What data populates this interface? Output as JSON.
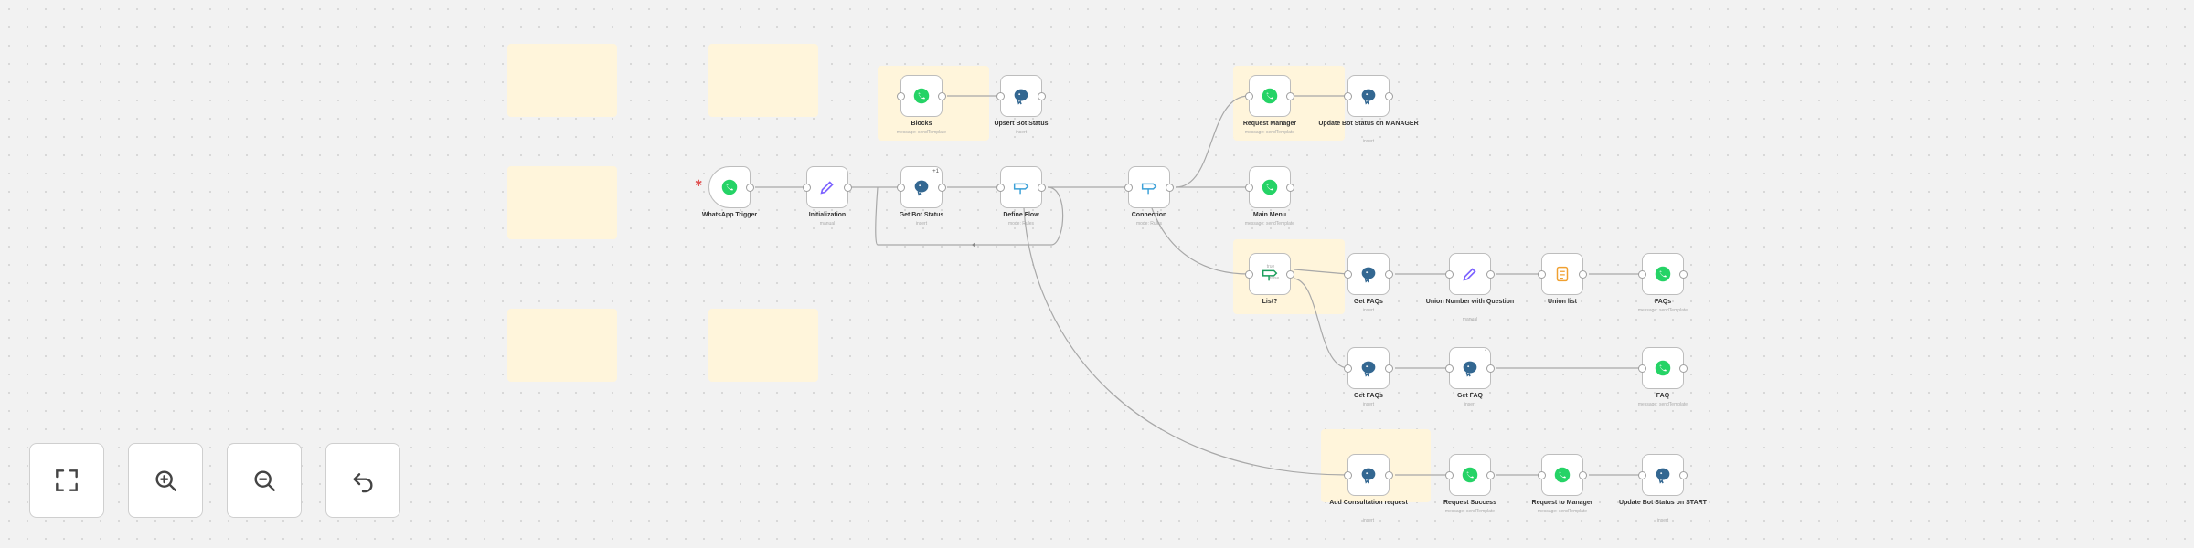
{
  "nodes": {
    "whatsapp_trigger": {
      "label": "WhatsApp Trigger",
      "sub": ""
    },
    "initialization": {
      "label": "Initialization",
      "sub": "manual"
    },
    "get_bot_status": {
      "label": "Get Bot Status",
      "sub": "insert",
      "badge": "+1"
    },
    "define_flow": {
      "label": "Define Flow",
      "sub": "mode: Rules"
    },
    "blocks": {
      "label": "Blocks",
      "sub": "message: sendTemplate"
    },
    "upsert_bot_status": {
      "label": "Upsert Bot Status",
      "sub": "insert"
    },
    "connection": {
      "label": "Connection",
      "sub": "mode: Rules"
    },
    "request_manager": {
      "label": "Request Manager",
      "sub": "message: sendTemplate"
    },
    "update_bot_status_manager": {
      "label": "Update Bot Status on MANAGER",
      "sub": "insert"
    },
    "main_menu": {
      "label": "Main Menu",
      "sub": "message: sendTemplate"
    },
    "list": {
      "label": "List?",
      "sub": ""
    },
    "get_faqs_1": {
      "label": "Get FAQs",
      "sub": "insert"
    },
    "union_number": {
      "label": "Union Number with Question",
      "sub": "manual"
    },
    "union_list": {
      "label": "Union list",
      "sub": ""
    },
    "faqs": {
      "label": "FAQs",
      "sub": "message: sendTemplate"
    },
    "get_faqs_2": {
      "label": "Get FAQs",
      "sub": "insert"
    },
    "get_faq": {
      "label": "Get FAQ",
      "sub": "insert",
      "badge": "1"
    },
    "faq": {
      "label": "FAQ",
      "sub": "message: sendTemplate"
    },
    "add_consultation": {
      "label": "Add Consultation request",
      "sub": "insert"
    },
    "request_success": {
      "label": "Request Success",
      "sub": "message: sendTemplate"
    },
    "request_to_manager": {
      "label": "Request to Manager",
      "sub": "message: sendTemplate"
    },
    "update_bot_status_start": {
      "label": "Update Bot Status on START",
      "sub": "insert"
    }
  },
  "edge_labels": {
    "list_true": "true",
    "list_false": "false"
  },
  "controls": {
    "fit_view": "fit-view-icon",
    "zoom_in": "zoom-in-icon",
    "zoom_out": "zoom-out-icon",
    "reset": "undo-icon"
  },
  "colors": {
    "whatsapp": "#25d366",
    "postgres": "#336791",
    "edit": "#7b61ff",
    "switch": "#3ba0d8",
    "if": "#1a9e5c",
    "list": "#f0a030",
    "sticky": "#fff5db"
  }
}
